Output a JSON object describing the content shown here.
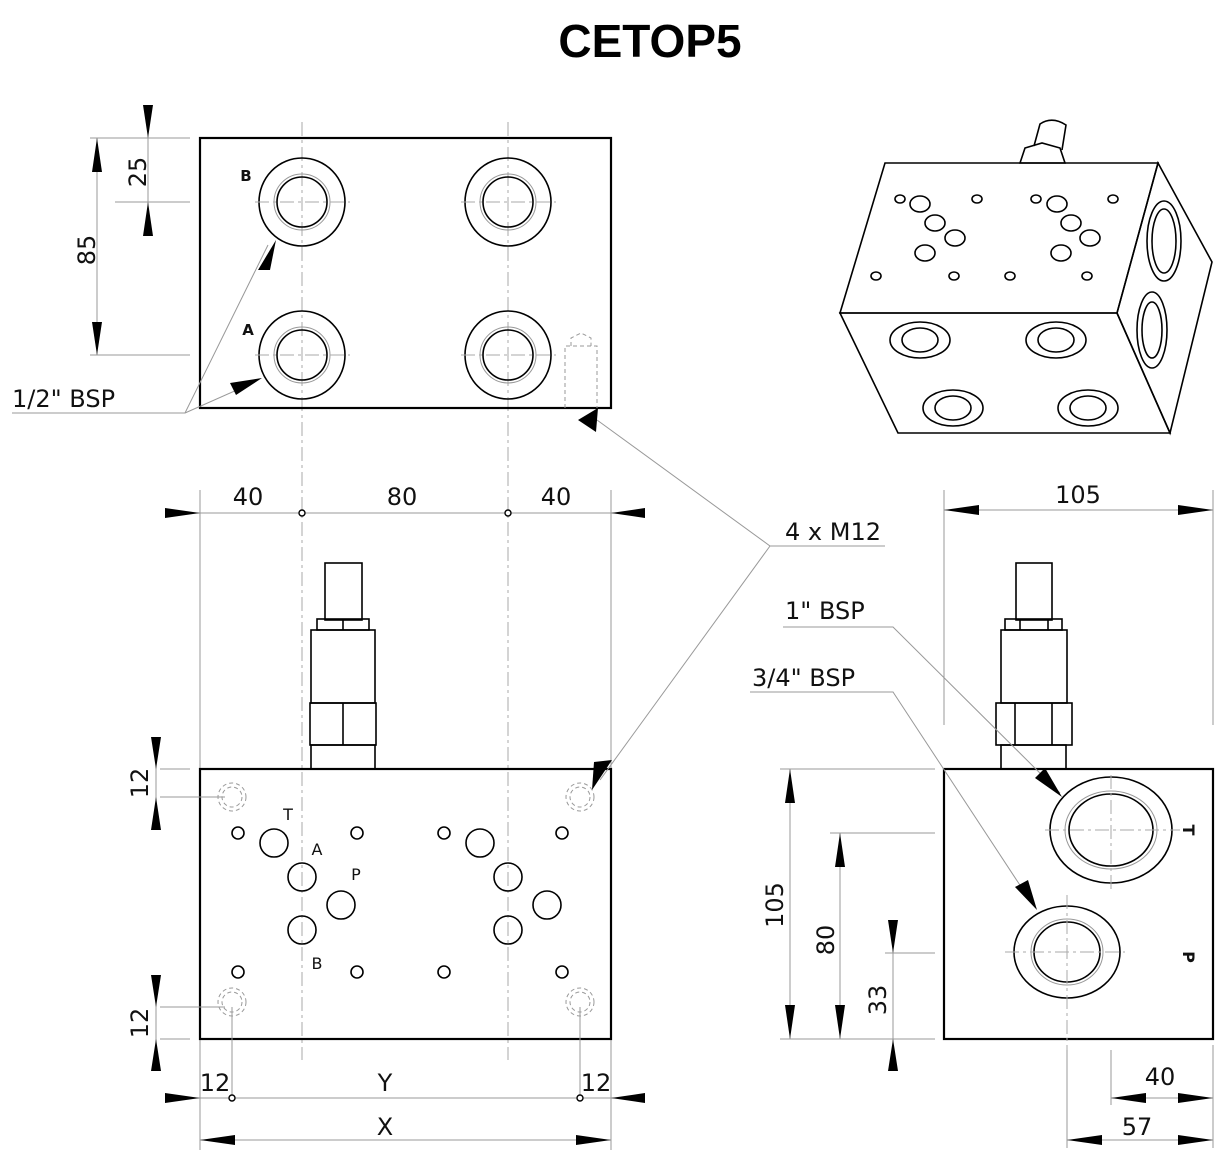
{
  "title": "CETOP5",
  "top_view": {
    "port_labels": [
      "B",
      "A"
    ],
    "dims": {
      "top_offset": "25",
      "port_spacing": "85"
    },
    "port_callout": "1/2\" BSP"
  },
  "front_view": {
    "dims_top": [
      "40",
      "80",
      "40"
    ],
    "port_labels": [
      "T",
      "A",
      "P",
      "B"
    ],
    "dims_left": [
      "12",
      "12"
    ],
    "dims_bottom": {
      "left": "12",
      "middle": "Y",
      "right": "12",
      "overall": "X"
    },
    "mount_callout": "4 x M12"
  },
  "side_view": {
    "width_dim": "105",
    "port_callouts": [
      "1\" BSP",
      "3/4\" BSP"
    ],
    "port_labels": [
      "T",
      "P"
    ],
    "dims_left": [
      "105",
      "80",
      "33"
    ],
    "dims_bottom": [
      "40",
      "57"
    ]
  }
}
